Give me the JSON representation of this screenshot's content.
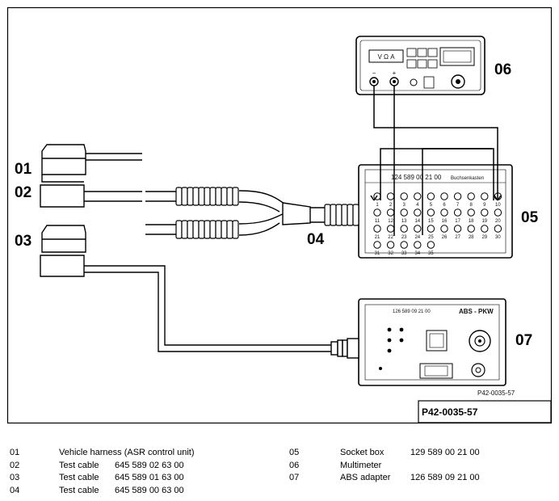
{
  "figure_id": "P42-0035-57",
  "figure_ref_small": "P42-0035-57",
  "callouts": {
    "c01": "01",
    "c02": "02",
    "c03": "03",
    "c04": "04",
    "c05": "05",
    "c06": "06",
    "c07": "07"
  },
  "multimeter": {
    "display": "V Ω A",
    "minus": "−",
    "plus": "+"
  },
  "socket_box": {
    "part_label": "124 589 00 21 00",
    "name_label": "Buchsenkasten",
    "row1": [
      "1",
      "2",
      "3",
      "4",
      "5",
      "6",
      "7",
      "8",
      "9",
      "10"
    ],
    "row2": [
      "11",
      "12",
      "13",
      "14",
      "15",
      "16",
      "17",
      "18",
      "19",
      "20"
    ],
    "row3": [
      "21",
      "22",
      "23",
      "24",
      "25",
      "26",
      "27",
      "28",
      "29",
      "30"
    ],
    "row4": [
      "31",
      "32",
      "33",
      "34",
      "35"
    ]
  },
  "abs_adapter": {
    "part_label": "126 589 09 21 00",
    "name_label": "ABS - PKW"
  },
  "legend": {
    "left": [
      {
        "num": "01",
        "desc": "Vehicle harness (ASR control unit)",
        "part": ""
      },
      {
        "num": "02",
        "desc": "Test cable",
        "part": "645 589 02 63 00"
      },
      {
        "num": "03",
        "desc": "Test cable",
        "part": "645 589 01 63 00"
      },
      {
        "num": "04",
        "desc": "Test cable",
        "part": "645 589 00 63 00"
      }
    ],
    "right": [
      {
        "num": "05",
        "desc": "Socket box",
        "part": "129 589 00 21 00"
      },
      {
        "num": "06",
        "desc": "Multimeter",
        "part": ""
      },
      {
        "num": "07",
        "desc": "ABS adapter",
        "part": "126 589 09 21 00"
      }
    ]
  }
}
